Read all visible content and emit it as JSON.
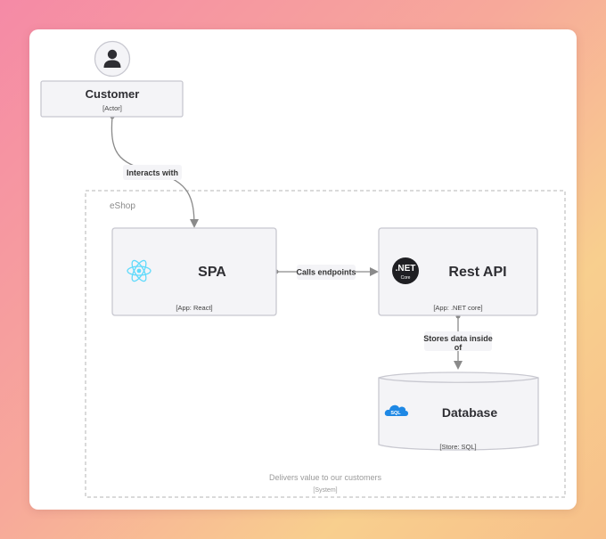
{
  "actor": {
    "name": "Customer",
    "type": "[Actor]",
    "icon": "person-icon"
  },
  "boundary": {
    "label": "eShop",
    "description": "Delivers value to our customers",
    "type": "[System]"
  },
  "nodes": {
    "spa": {
      "name": "SPA",
      "tech": "[App: React]",
      "icon": "react-icon"
    },
    "api": {
      "name": "Rest API",
      "tech": "[App: .NET core]",
      "icon": "dotnet-core-icon",
      "icon_text": ".NET",
      "icon_subtext": "Core"
    },
    "db": {
      "name": "Database",
      "tech": "[Store: SQL]",
      "icon": "azure-sql-icon",
      "icon_text": "SQL"
    }
  },
  "edges": {
    "customer_spa": "Interacts with",
    "spa_api": "Calls endpoints",
    "api_db_line1": "Stores data inside",
    "api_db_line2": "of"
  },
  "colors": {
    "node_fill": "#f4f4f7",
    "node_border": "#c8c8d0",
    "edge": "#8a8a8a",
    "react": "#61dafb",
    "dotnet": "#1f1f23",
    "azure": "#1e88e5"
  }
}
